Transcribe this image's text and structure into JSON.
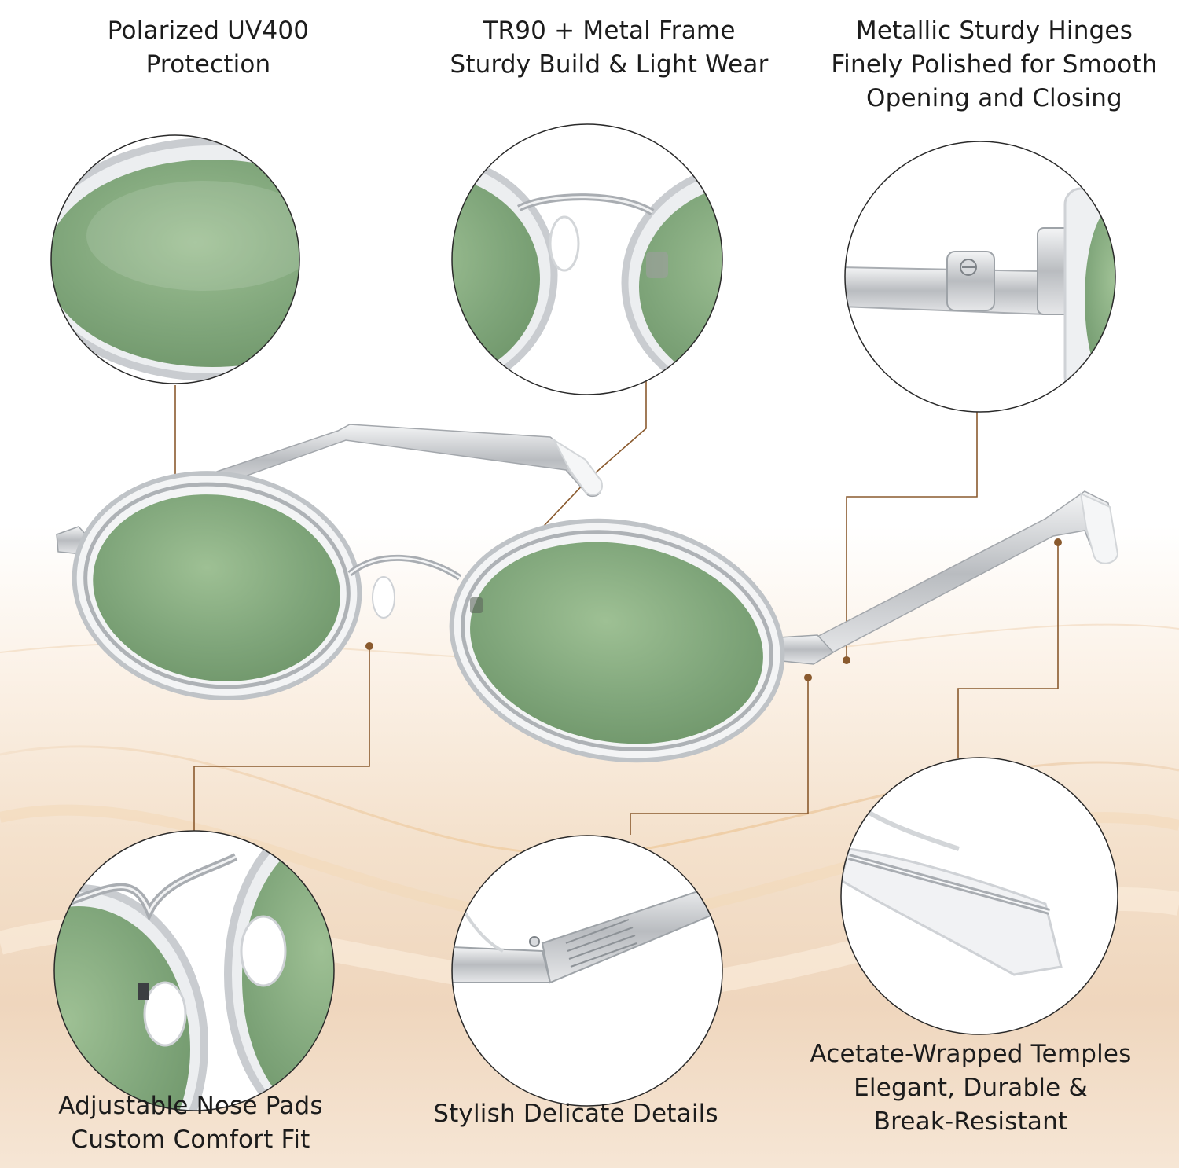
{
  "features": {
    "polarized": {
      "line1": "Polarized UV400",
      "line2": "Protection"
    },
    "frame": {
      "line1": "TR90 + Metal Frame",
      "line2": "Sturdy Build & Light Wear"
    },
    "hinges": {
      "line1": "Metallic Sturdy Hinges",
      "line2": "Finely Polished for Smooth",
      "line3": "Opening and Closing"
    },
    "nose_pads": {
      "line1": "Adjustable Nose Pads",
      "line2": "Custom Comfort Fit"
    },
    "details": {
      "line1": "Stylish Delicate Details"
    },
    "temples": {
      "line1": "Acetate-Wrapped Temples",
      "line2": "Elegant, Durable &",
      "line3": "Break-Resistant"
    }
  },
  "colors": {
    "lens_green": "#7fa57a",
    "frame_silver": "#c9ccd0",
    "callout_brown": "#8a5a2e",
    "background_peach": "#f4e1cc"
  }
}
